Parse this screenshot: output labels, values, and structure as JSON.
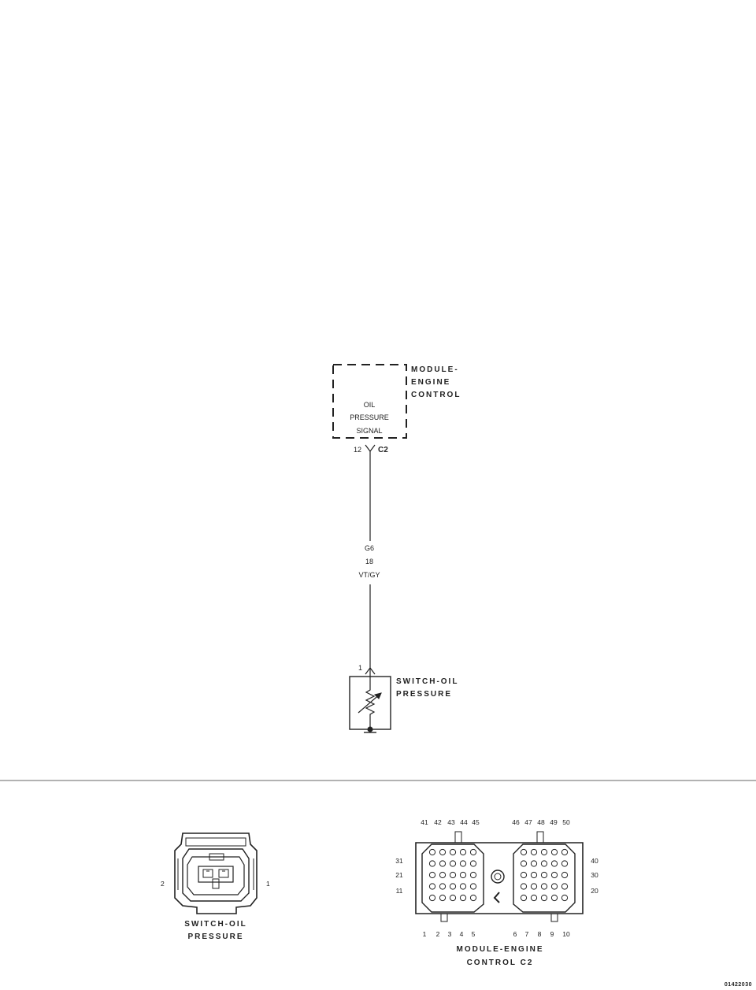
{
  "module": {
    "name_lines": [
      "MODULE-",
      "ENGINE",
      "CONTROL"
    ],
    "internal_lines": [
      "OIL",
      "PRESSURE",
      "SIGNAL"
    ],
    "pin": "12",
    "connector": "C2"
  },
  "wire": {
    "circuit": "G6",
    "gauge": "18",
    "color": "VT/GY"
  },
  "sensor": {
    "name_lines": [
      "SWITCH-OIL",
      "PRESSURE"
    ],
    "pin": "1"
  },
  "connector_views": {
    "switch": {
      "left_pin": "2",
      "right_pin": "1",
      "name_lines": [
        "SWITCH-OIL",
        "PRESSURE"
      ]
    },
    "module": {
      "top_left_pins": [
        "41",
        "42",
        "43",
        "44",
        "45"
      ],
      "top_right_pins": [
        "46",
        "47",
        "48",
        "49",
        "50"
      ],
      "bottom_left_pins": [
        "1",
        "2",
        "3",
        "4",
        "5"
      ],
      "bottom_right_pins": [
        "6",
        "7",
        "8",
        "9",
        "10"
      ],
      "left_rows": [
        "31",
        "21",
        "11"
      ],
      "right_rows": [
        "40",
        "30",
        "20"
      ],
      "name_lines": [
        "MODULE-ENGINE",
        "CONTROL C2"
      ]
    }
  },
  "figure_id": "01422030"
}
